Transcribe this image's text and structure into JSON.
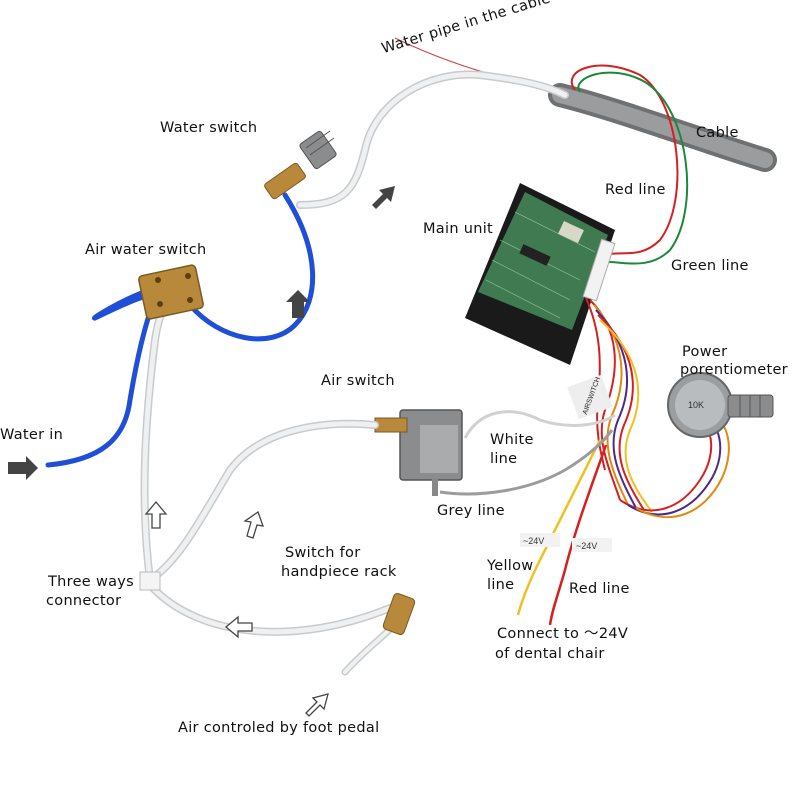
{
  "labels": {
    "water_pipe": "Water pipe in the cable",
    "cable": "Cable",
    "water_switch": "Water switch",
    "red_line_top": "Red line",
    "main_unit": "Main unit",
    "green_line": "Green line",
    "air_water_switch": "Air water switch",
    "power_potentiometer_1": "Power",
    "power_potentiometer_2": "porentiometer",
    "air_switch": "Air switch",
    "water_in": "Water in",
    "white_line_1": "White",
    "white_line_2": "line",
    "grey_line": "Grey line",
    "switch_rack_1": "Switch for",
    "switch_rack_2": "handpiece rack",
    "yellow_line_1": "Yellow",
    "yellow_line_2": "line",
    "red_line_bottom": "Red line",
    "three_ways_1": "Three ways",
    "three_ways_2": "connector",
    "connect_24v_1": "Connect to ～24V",
    "connect_24v_2": "of dental chair",
    "air_foot_pedal": "Air controled by foot pedal",
    "tag_left": "~24V",
    "tag_right": "~24V",
    "air_switch_tag": "AIRSWITCH",
    "pot_marking": "10K"
  },
  "colors": {
    "blue_tube": "#1f4fd6",
    "white_tube": "#e4e6e8",
    "cable_grey": "#8c8e90",
    "pcb_green": "#3f7a50",
    "brass": "#b8893a",
    "arrow_dark": "#444444"
  }
}
